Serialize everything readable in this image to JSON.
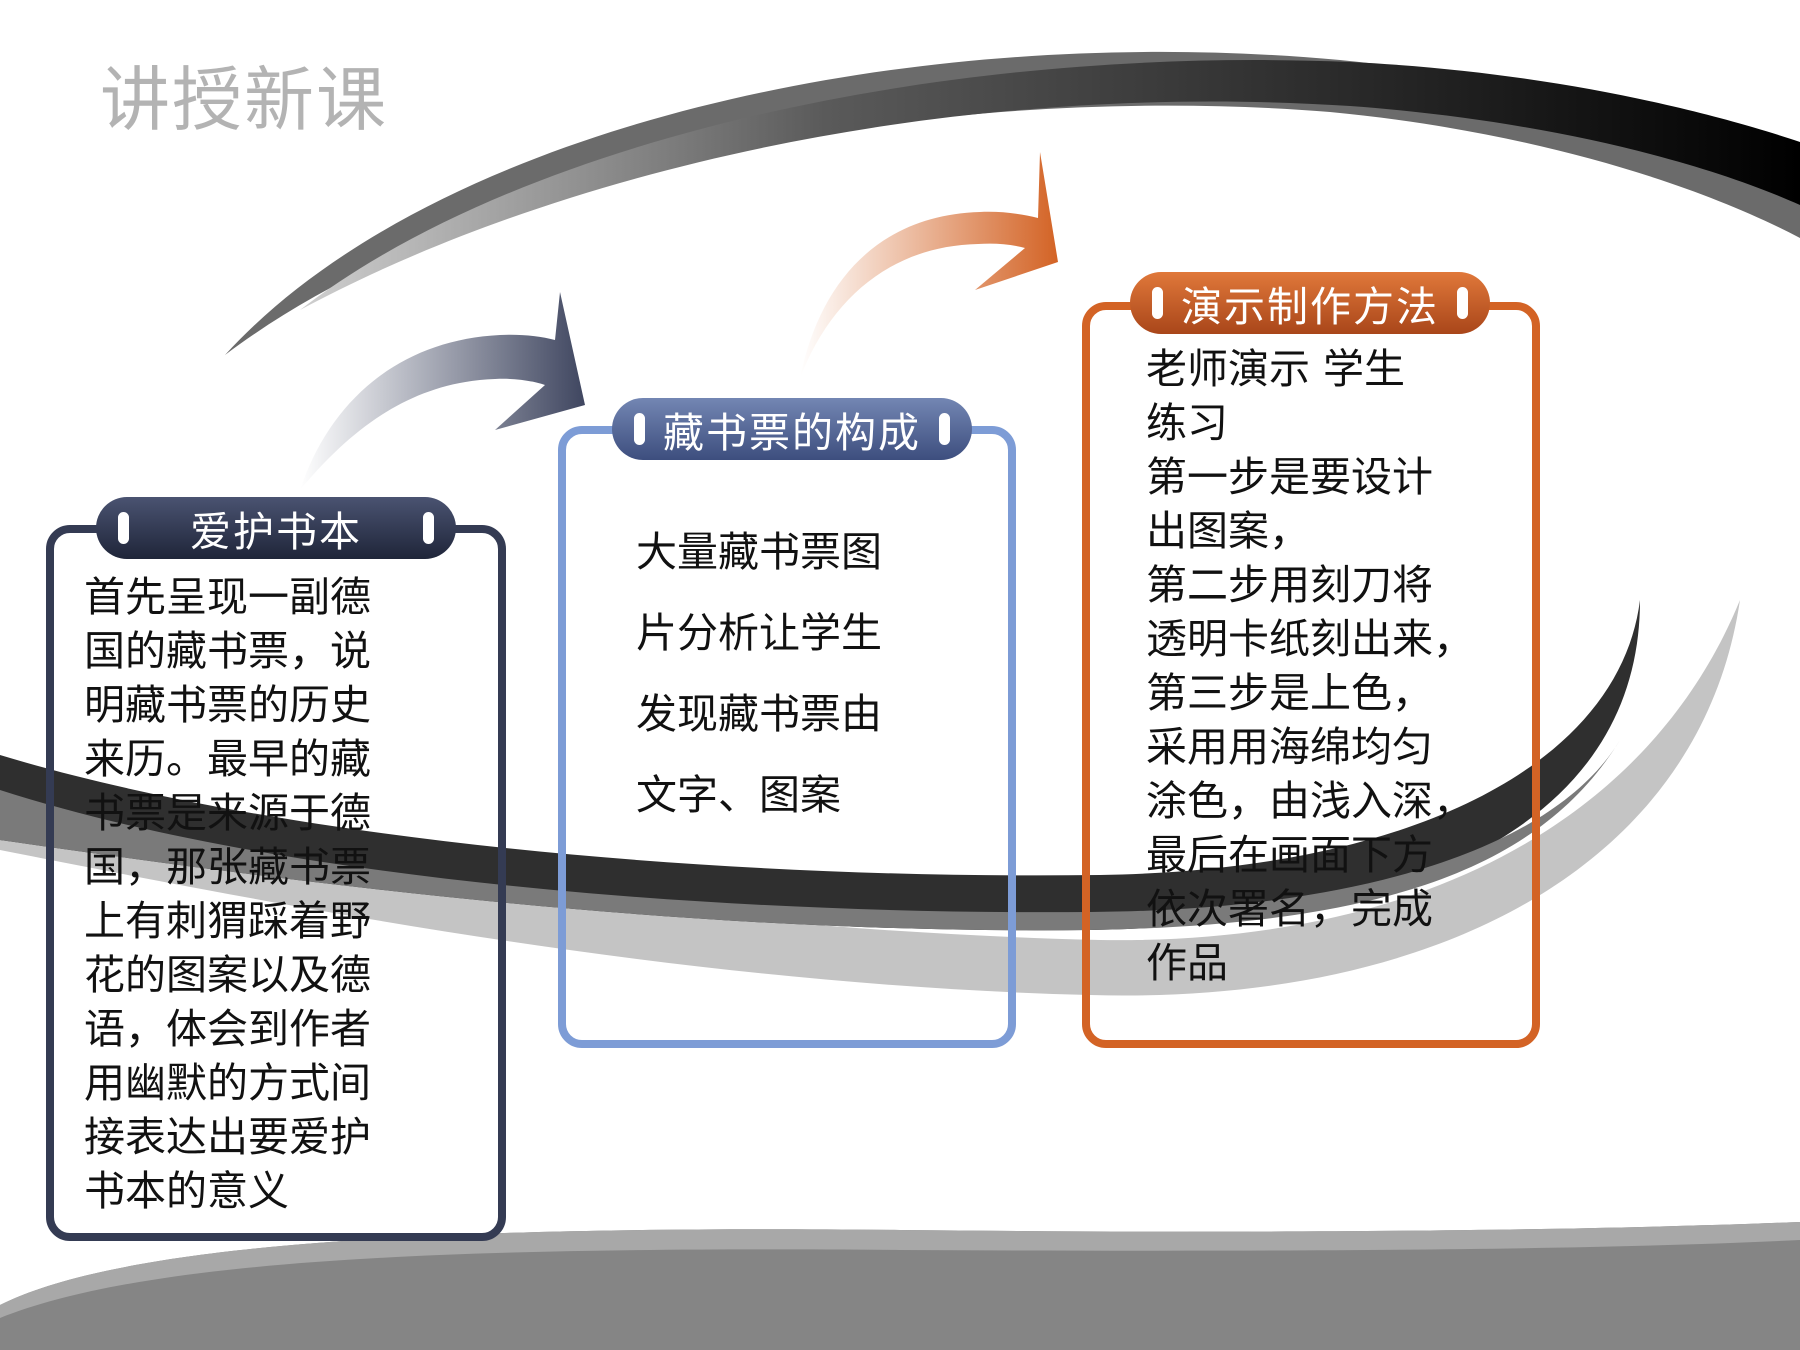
{
  "slide": {
    "title": "讲授新课"
  },
  "cards": [
    {
      "heading": "爱护书本",
      "body": "首先呈现一副德\n国的藏书票，说\n明藏书票的历史\n来历。最早的藏\n书票是来源于德\n国，那张藏书票\n上有刺猬踩着野\n花的图案以及德\n语，体会到作者\n用幽默的方式间\n接表达出要爱护\n书本的意义",
      "color": "#343b53"
    },
    {
      "heading": "藏书票的构成",
      "body": "大量藏书票图\n片分析让学生\n发现藏书票由\n文字、图案",
      "color": "#7d9cd6"
    },
    {
      "heading": "演示制作方法",
      "body": "老师演示 学生\n练习\n第一步是要设计\n出图案，\n第二步用刻刀将\n透明卡纸刻出来，\n第三步是上色，\n采用用海绵均匀\n涂色，由浅入深，\n最后在画面下方\n依次署名，完成\n作品",
      "color": "#d36325"
    }
  ],
  "arrows": [
    {
      "name": "arrow-to-card-2",
      "color": "#3f4660"
    },
    {
      "name": "arrow-to-card-3",
      "color": "#d36325"
    }
  ]
}
